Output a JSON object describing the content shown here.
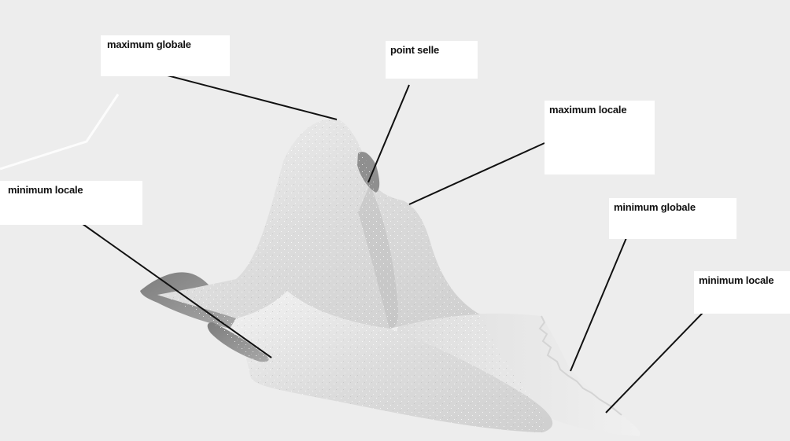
{
  "labels": {
    "global_max": "maximum globale",
    "saddle": "point selle",
    "local_max": "maximum locale",
    "local_min_left": "minimum locale",
    "global_min": "minimum globale",
    "local_min_right": "minimum locale"
  },
  "colors": {
    "background": "#ededed",
    "label_box": "#ffffff",
    "surface_light": "#e4e4e4",
    "surface_mid": "#cfcfcf",
    "surface_dark": "#8c8c8c",
    "leader_line": "#111111"
  }
}
